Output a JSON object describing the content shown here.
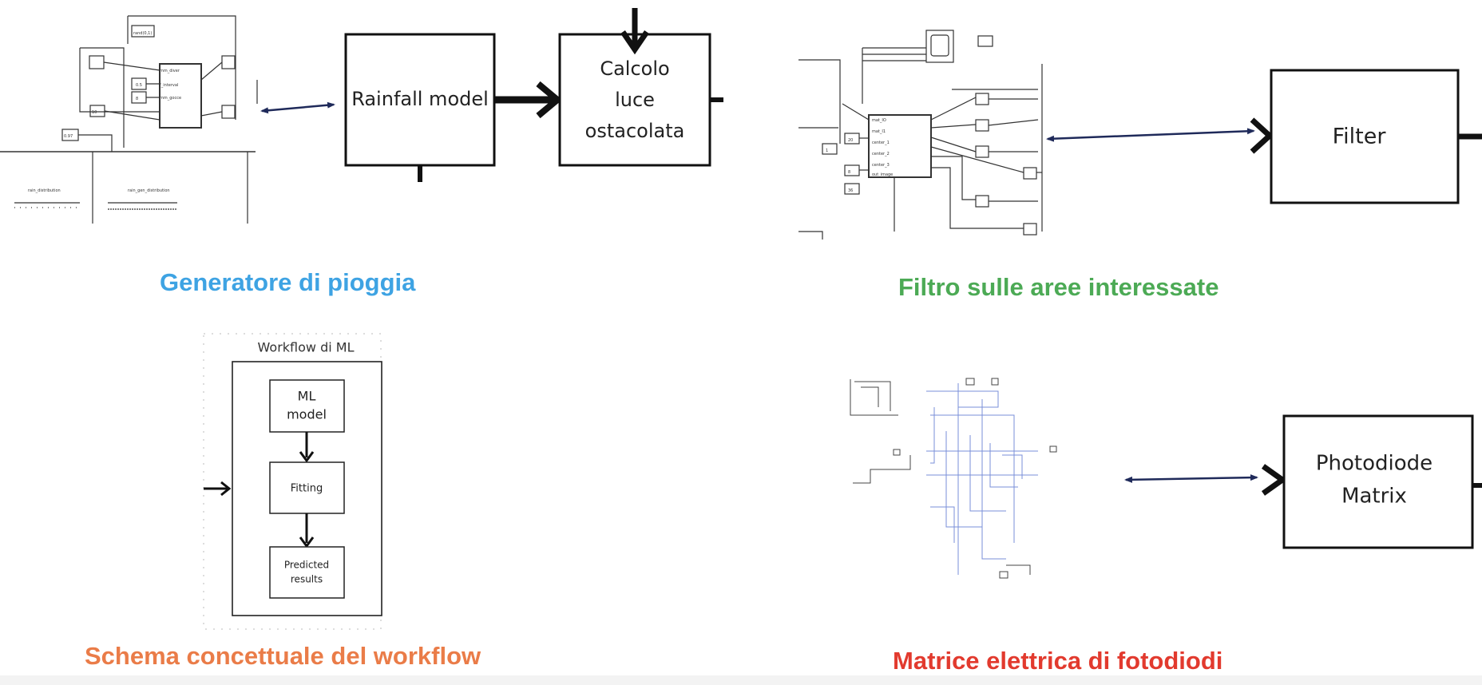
{
  "captions": {
    "rain_generator": "Generatore di pioggia",
    "filter_areas": "Filtro sulle aree interessate",
    "ml_workflow": "Schema concettuale del workflow",
    "photodiode_matrix": "Matrice elettrica di fotodiodi"
  },
  "blocks": {
    "rainfall_model": "Rainfall model",
    "obstructed_light": [
      "Calcolo",
      "luce",
      "ostacolata"
    ],
    "filter": "Filter",
    "photodiode_matrix": [
      "Photodiode",
      "Matrix"
    ]
  },
  "workflow": {
    "title": "Workflow di ML",
    "steps": [
      {
        "lines": [
          "ML",
          "model"
        ]
      },
      {
        "lines": [
          "Fitting"
        ]
      },
      {
        "lines": [
          "Predicted",
          "results"
        ]
      }
    ]
  },
  "simulink_rain": {
    "constants": [
      "0.5",
      "10",
      "0.97",
      "8"
    ],
    "scope_labels": [
      "rain_distribution",
      "rain_gen_distribution"
    ]
  },
  "simulink_filter": {
    "constants": [
      "20",
      "8",
      "36",
      "1"
    ]
  },
  "colors": {
    "rain_caption": "#3ea3e3",
    "filter_caption": "#4caa55",
    "schema_caption": "#ea7c48",
    "matrix_caption": "#e23a2e",
    "connector_arrow": "#1f2a5a",
    "circuit_lines": "#7a8fd8"
  }
}
